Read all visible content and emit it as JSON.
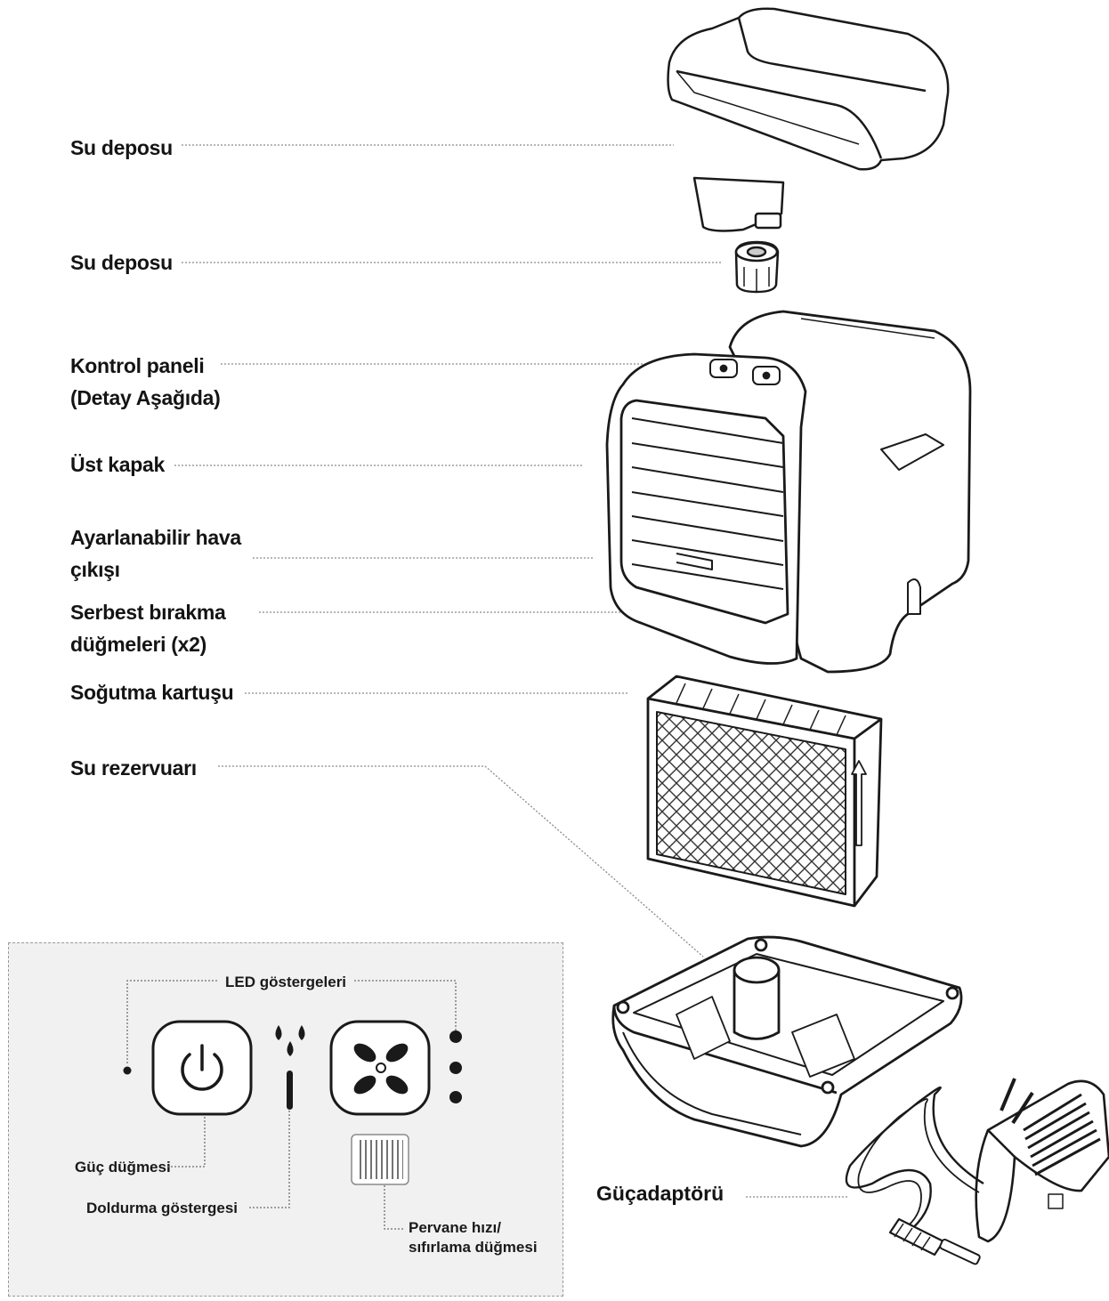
{
  "labels": {
    "water_tank": "Su deposu",
    "water_tank_cap": "Su deposu",
    "control_panel_line1": "Kontrol paneli",
    "control_panel_line2": "(Detay Aşağıda)",
    "top_cover": "Üst kapak",
    "air_outlet_line1": "Ayarlanabilir hava",
    "air_outlet_line2": "çıkışı",
    "release_line1": "Serbest bırakma",
    "release_line2": "düğmeleri (x2)",
    "cartridge": "Soğutma kartuşu",
    "reservoir": "Su rezervuarı",
    "adapter": "Güçadaptörü"
  },
  "panel": {
    "led_indicators": "LED göstergeleri",
    "power_button": "Güç düğmesi",
    "fill_indicator": "Doldurma göstergesi",
    "fan_line1": "Pervane hızı/",
    "fan_line2": "sıfırlama düğmesi"
  },
  "icons": [
    "power-icon",
    "fan-icon",
    "water-drops-icon",
    "filter-card-icon"
  ]
}
